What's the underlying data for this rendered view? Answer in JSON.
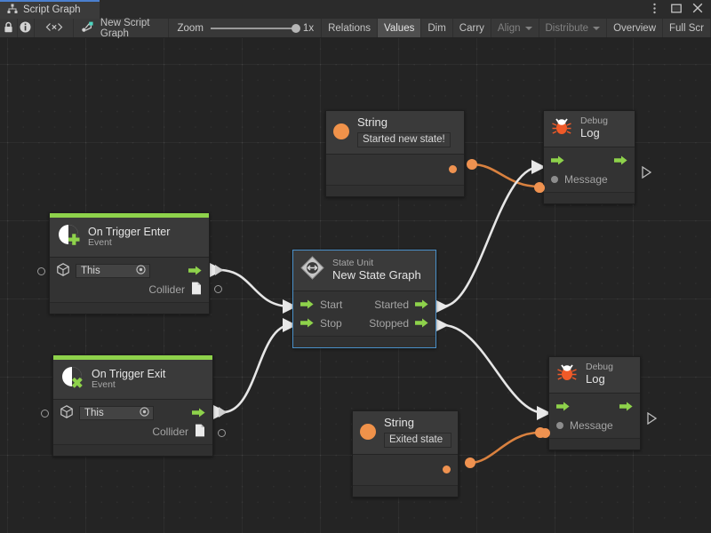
{
  "window": {
    "tab_label": "Script Graph",
    "tab_icon": "graph-hierarchy-icon",
    "menu_icon": "kebab-menu-icon",
    "maximize_icon": "maximize-icon",
    "close_icon": "close-icon"
  },
  "toolbar": {
    "lock_icon": "lock-icon",
    "info_icon": "info-icon",
    "code_icon": "code-angle-brackets-icon",
    "graph_icon": "script-graph-icon",
    "graph_name": "New Script Graph",
    "zoom_label": "Zoom",
    "zoom_value": "1x",
    "buttons": [
      {
        "label": "Relations",
        "state": "normal"
      },
      {
        "label": "Values",
        "state": "active"
      },
      {
        "label": "Dim",
        "state": "normal"
      },
      {
        "label": "Carry",
        "state": "normal"
      },
      {
        "label": "Align",
        "state": "disabled",
        "caret": true
      },
      {
        "label": "Distribute",
        "state": "disabled",
        "caret": true
      },
      {
        "label": "Overview",
        "state": "normal"
      },
      {
        "label": "Full Scr",
        "state": "normal"
      }
    ]
  },
  "colors": {
    "accent_blue": "#4b7fce",
    "event_green": "#8ed24b",
    "flow_green": "#8ed24b",
    "value_orange": "#ef9250",
    "debug_icon": "#f05a28",
    "canvas_bg": "#242424",
    "node_bg": "#333333",
    "selection": "#4a90c9"
  },
  "nodes": {
    "string_top": {
      "icon": "string-value-icon",
      "title": "String",
      "value": "Started new state!",
      "output_port": "value-output-port"
    },
    "string_bottom": {
      "icon": "string-value-icon",
      "title": "String",
      "value": "Exited state",
      "output_port": "value-output-port"
    },
    "debug_log_top": {
      "icon": "debug-bug-icon",
      "subtitle": "Debug",
      "title": "Log",
      "message_label": "Message",
      "flow_in": "flow-input-arrow",
      "flow_out": "flow-output-arrow"
    },
    "debug_log_bottom": {
      "icon": "debug-bug-icon",
      "subtitle": "Debug",
      "title": "Log",
      "message_label": "Message",
      "flow_in": "flow-input-arrow",
      "flow_out": "flow-output-arrow"
    },
    "on_trigger_enter": {
      "icon": "event-enter-icon",
      "title": "On Trigger Enter",
      "subtitle": "Event",
      "target_icon": "gameobject-cube-icon",
      "target_value": "This",
      "target_picker_icon": "object-picker-icon",
      "collider_label": "Collider",
      "collider_icon": "collider-document-icon",
      "flow_out": "flow-output-arrow"
    },
    "on_trigger_exit": {
      "icon": "event-exit-icon",
      "title": "On Trigger Exit",
      "subtitle": "Event",
      "target_icon": "gameobject-cube-icon",
      "target_value": "This",
      "target_picker_icon": "object-picker-icon",
      "collider_label": "Collider",
      "collider_icon": "collider-document-icon",
      "flow_out": "flow-output-arrow"
    },
    "state_unit": {
      "icon": "state-unit-icon",
      "subtitle": "State Unit",
      "title": "New  State  Graph",
      "selected": true,
      "ports": {
        "start_in": "Start",
        "stop_in": "Stop",
        "started_out": "Started",
        "stopped_out": "Stopped"
      }
    }
  }
}
